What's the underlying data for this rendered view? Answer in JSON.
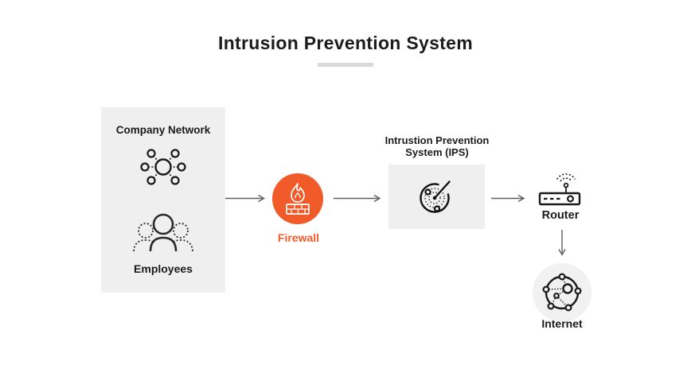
{
  "title": {
    "text": "Intrusion Prevention System"
  },
  "colors": {
    "accent_orange": "#F15A29",
    "panel_gray": "#EFEFEF",
    "circle_gray": "#F1F1F1",
    "underline_gray": "#D9D9D9",
    "connector_gray": "#5F5F5F",
    "ink": "#1B1B1B"
  },
  "nodes": {
    "company_network": {
      "label": "Company Network",
      "sub_label": "Employees",
      "icons": [
        "network-icon",
        "employees-icon"
      ]
    },
    "firewall": {
      "label": "Firewall",
      "icon": "firewall-icon"
    },
    "ips": {
      "label_line1": "Intrustion Prevention",
      "label_line2": "System (IPS)",
      "icon": "radar-icon"
    },
    "router": {
      "label": "Router",
      "icon": "router-icon"
    },
    "internet": {
      "label": "Internet",
      "icon": "globe-icon"
    }
  },
  "edges": [
    {
      "from": "company-network",
      "to": "firewall"
    },
    {
      "from": "firewall",
      "to": "ips"
    },
    {
      "from": "ips",
      "to": "router"
    },
    {
      "from": "router",
      "to": "internet"
    }
  ]
}
